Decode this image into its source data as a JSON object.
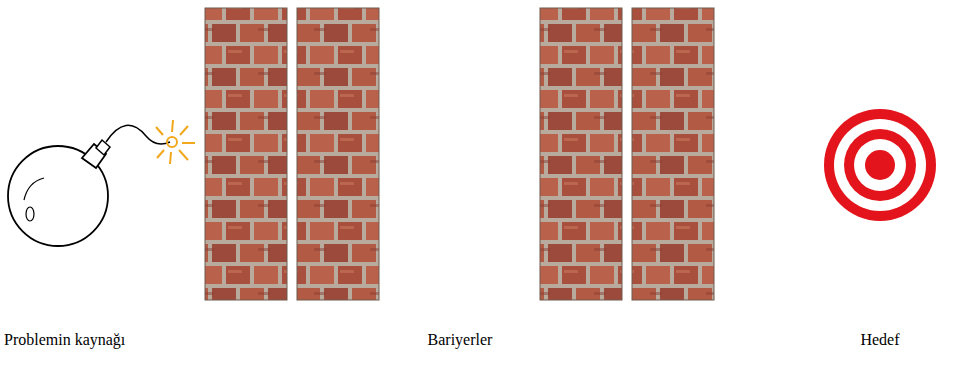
{
  "diagram": {
    "labels": [
      "Problemin kaynağı",
      "Bariyerler",
      "Hedef"
    ]
  }
}
